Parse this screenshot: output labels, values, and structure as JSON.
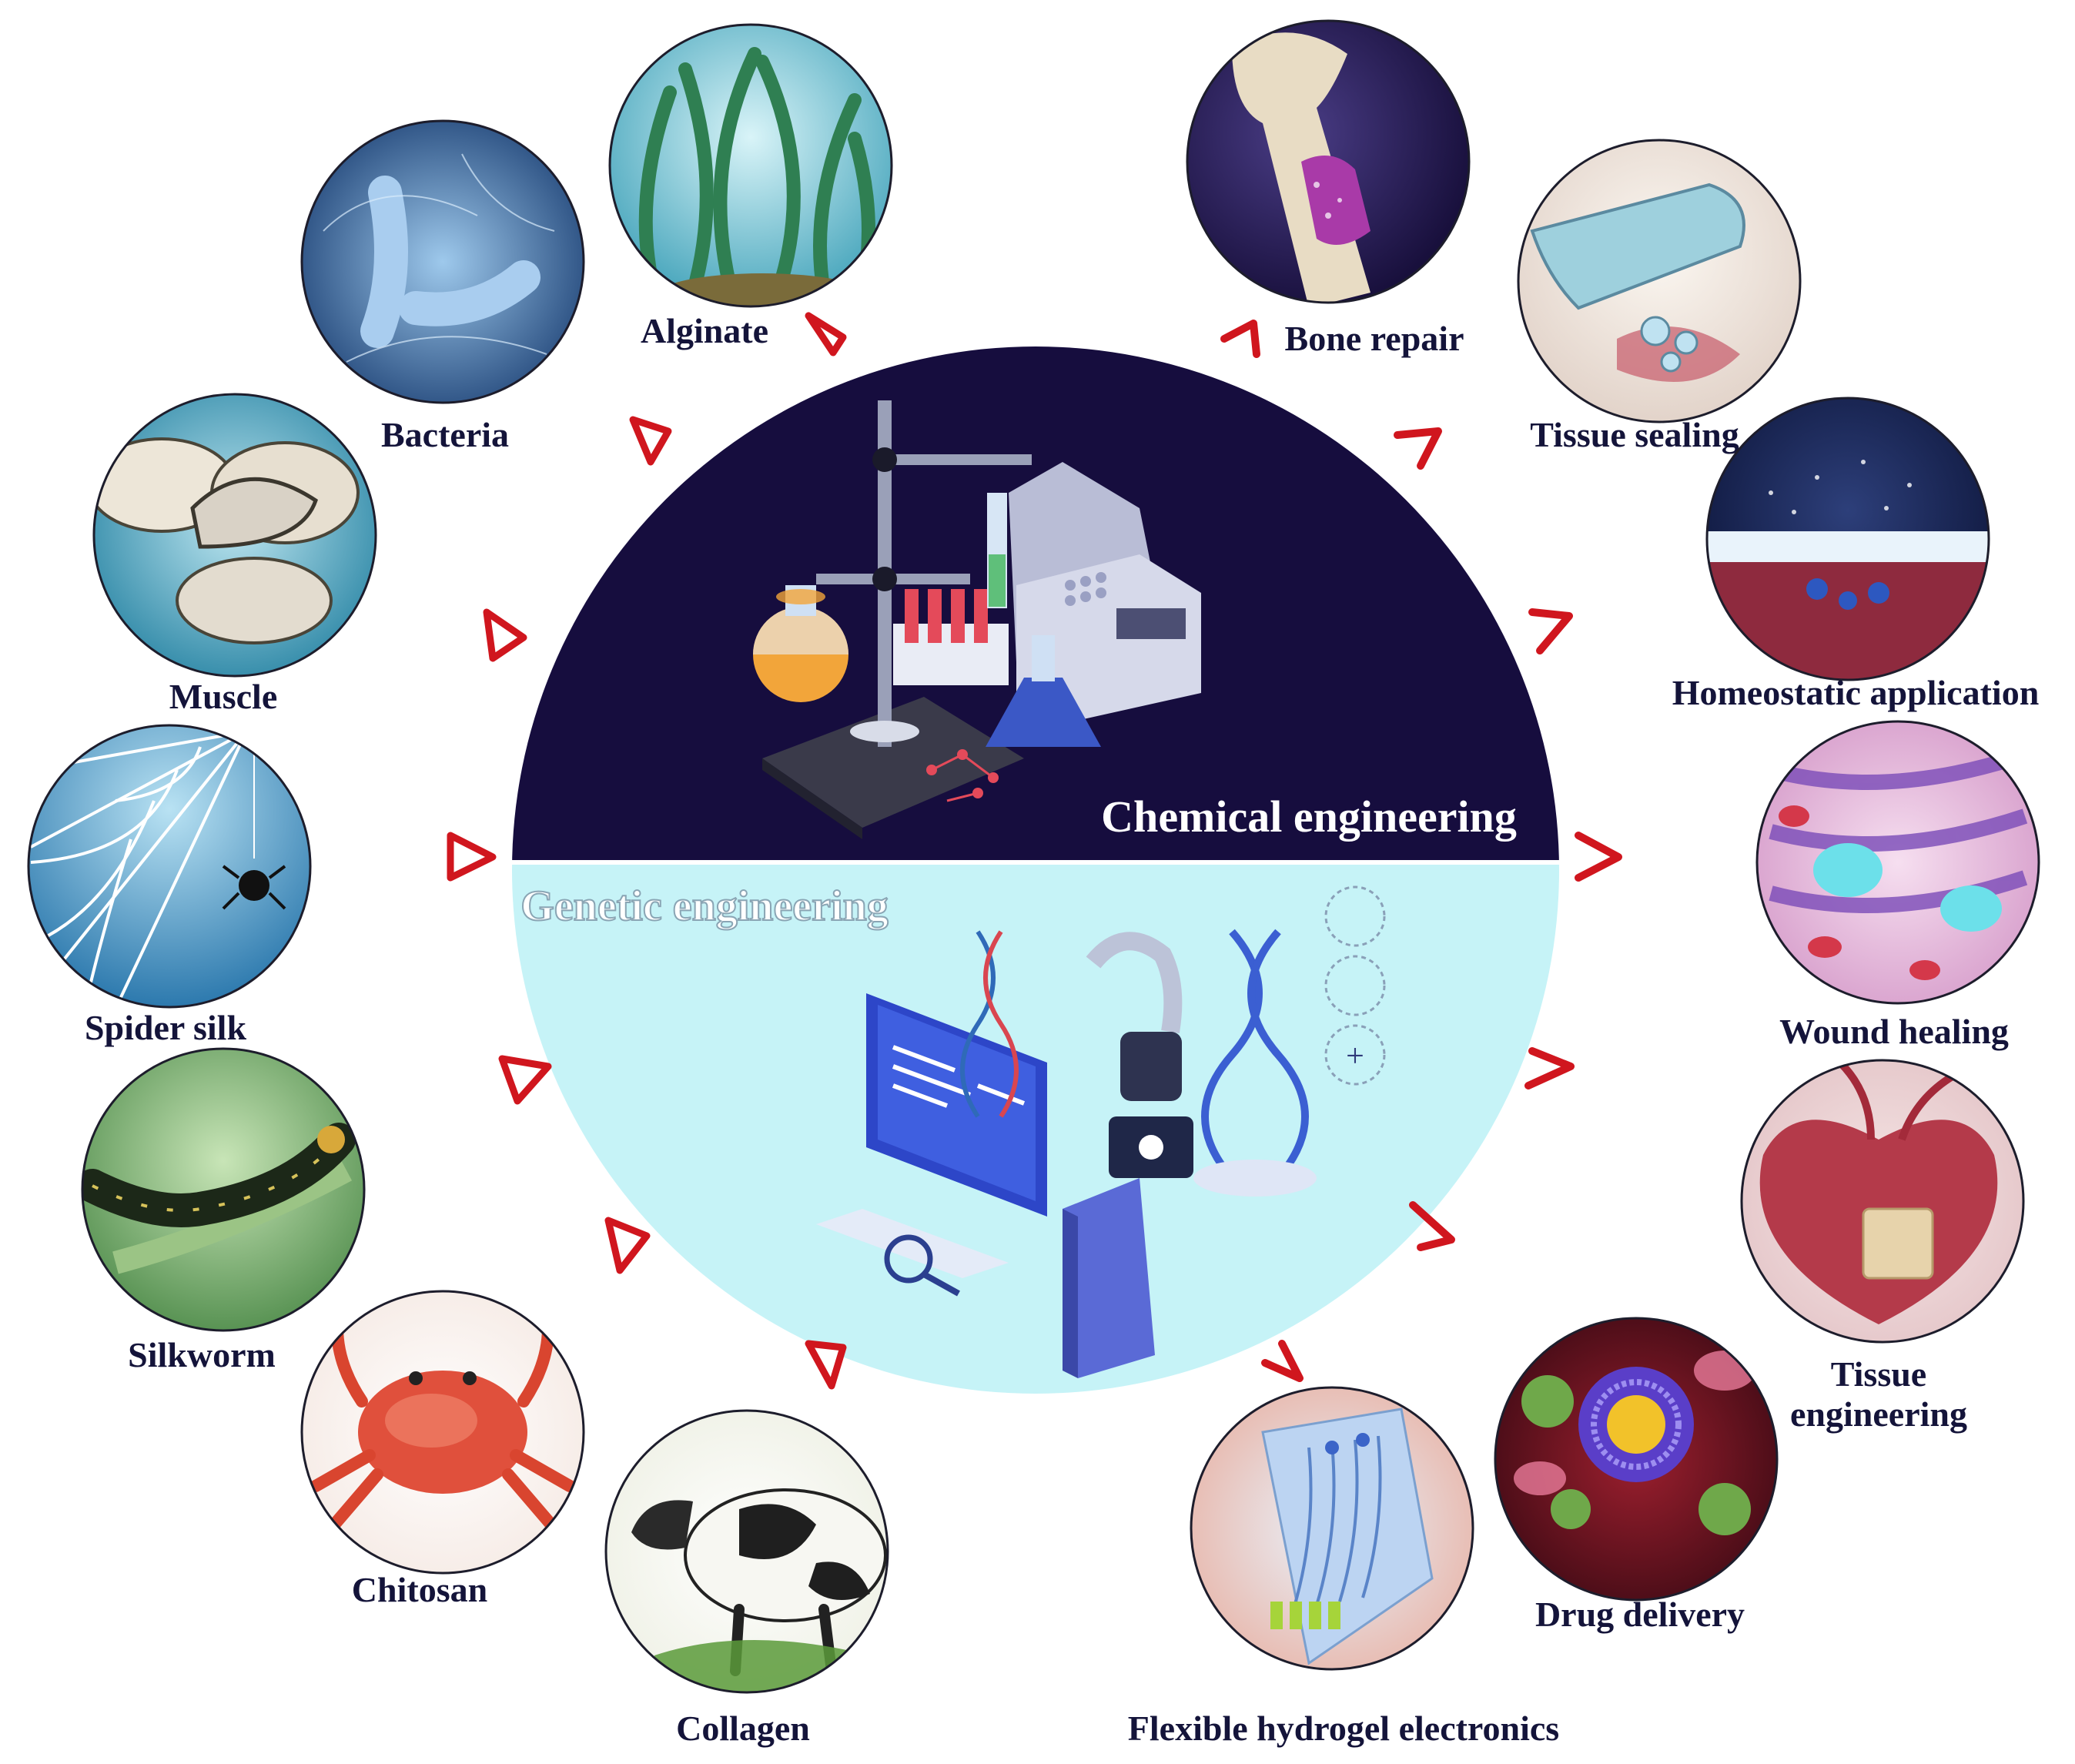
{
  "colors": {
    "chemical_half": "#160d3e",
    "genetic_half": "#c6f3f7",
    "arrow": "#d0161e",
    "label": "#14143a"
  },
  "center": {
    "chemical_label": "Chemical engineering",
    "genetic_label": "Genetic engineering"
  },
  "sources": [
    {
      "id": "alginate",
      "label": "Alginate",
      "icon": "seaweed-icon"
    },
    {
      "id": "bacteria",
      "label": "Bacteria",
      "icon": "bacteria-icon"
    },
    {
      "id": "muscle",
      "label": "Muscle",
      "icon": "mussel-shell-icon"
    },
    {
      "id": "spider-silk",
      "label": "Spider silk",
      "icon": "spider-web-icon"
    },
    {
      "id": "silkworm",
      "label": "Silkworm",
      "icon": "silkworm-icon"
    },
    {
      "id": "chitosan",
      "label": "Chitosan",
      "icon": "crab-icon"
    },
    {
      "id": "collagen",
      "label": "Collagen",
      "icon": "cow-icon"
    }
  ],
  "applications": [
    {
      "id": "bone-repair",
      "label": "Bone repair",
      "icon": "bone-icon"
    },
    {
      "id": "tissue-sealing",
      "label": "Tissue sealing",
      "icon": "adhesive-patch-icon"
    },
    {
      "id": "homeostatic",
      "label": "Homeostatic application",
      "icon": "hemostasis-icon"
    },
    {
      "id": "wound-healing",
      "label": "Wound healing",
      "icon": "tissue-cells-icon"
    },
    {
      "id": "tissue-engineering",
      "label_line1": "Tissue",
      "label_line2": "engineering",
      "icon": "heart-patch-icon"
    },
    {
      "id": "drug-delivery",
      "label": "Drug delivery",
      "icon": "nanocarrier-icon"
    },
    {
      "id": "flexible-electronics",
      "label": "Flexible hydrogel electronics",
      "icon": "flexible-electrode-icon"
    }
  ]
}
